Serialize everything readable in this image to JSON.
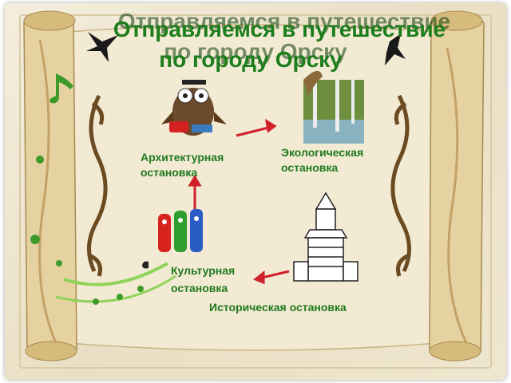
{
  "title": {
    "line1": "Отправляемся в путешествие",
    "line2": "по городу Орску"
  },
  "stops": {
    "architectural": [
      "Архитектурная",
      "остановка"
    ],
    "ecological": [
      "Экологическая",
      "остановка"
    ],
    "cultural": [
      "Культурная",
      "остановка"
    ],
    "historical": "Историческая остановка"
  },
  "colors": {
    "title_green": "#1b7d1b",
    "label_green": "#1e7a1e",
    "arrow_red": "#d0202a",
    "parchment": "#efe4c8"
  },
  "icons": [
    "owl-scholar-icon",
    "birch-forest-photo-icon",
    "crayon-characters-icon",
    "wooden-tower-icon",
    "music-note-icon",
    "swallow-icon"
  ]
}
